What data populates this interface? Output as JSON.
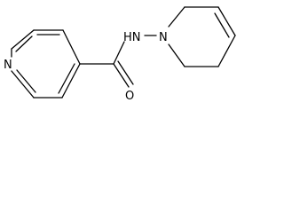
{
  "molecule": {
    "atom_labels": {
      "pyridine_nitrogen": "N",
      "amide_nh": "HN",
      "ring_nitrogen": "N",
      "carbonyl_oxygen": "O"
    },
    "colors": {
      "bond": "#000000",
      "label": "#000000",
      "background": "#ffffff"
    }
  }
}
